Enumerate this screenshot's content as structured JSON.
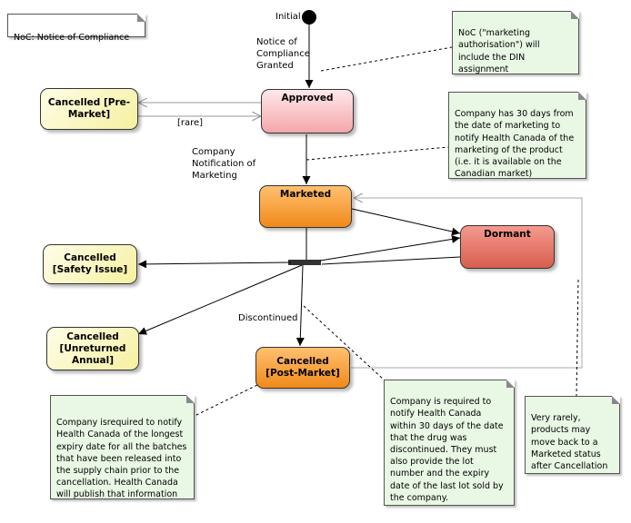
{
  "legend_note": "NoC: Notice of Compliance",
  "initial_label": "Initial",
  "states": {
    "approved": "Approved",
    "cancelled_pre_market": "Cancelled [Pre-\nMarket]",
    "marketed": "Marketed",
    "dormant": "Dormant",
    "cancelled_safety": "Cancelled\n[Safety Issue]",
    "cancelled_unreturned": "Cancelled\n[Unreturned\nAnnual]",
    "cancelled_post_market": "Cancelled\n[Post-Market]"
  },
  "transition_labels": {
    "noc_granted": "Notice of\nCompliance\nGranted",
    "rare": "[rare]",
    "company_notification": "Company\nNotification of\nMarketing",
    "discontinued": "Discontinued"
  },
  "notes": {
    "noc": "NoC  (\"marketing\nauthorisation\")   will\ninclude the DIN\nassignment",
    "thirty_days": "Company has 30 days from\nthe date of marketing to\nnotify Health Canada of the\nmarketing of the product\n (i.e. it is available on the\nCanadian market)",
    "expiry": "Company isrequired to notify\nHealth Canada of the longest\nexpiry date for all the batches\nthat have been released into\nthe supply chain prior to the\ncancellation.  Health Canada\nwill publish that information",
    "discontinued_note": "Company is required to\nnotify Health Canada\nwithin 30 days of the date\nthat the drug was\ndiscontinued.  They must\nalso provide the lot\nnumber and the expiry\ndate of the last lot sold by\nthe company.",
    "rarely": "Very rarely,\nproducts may\nmove back to a\nMarketed status\nafter Cancellation"
  }
}
